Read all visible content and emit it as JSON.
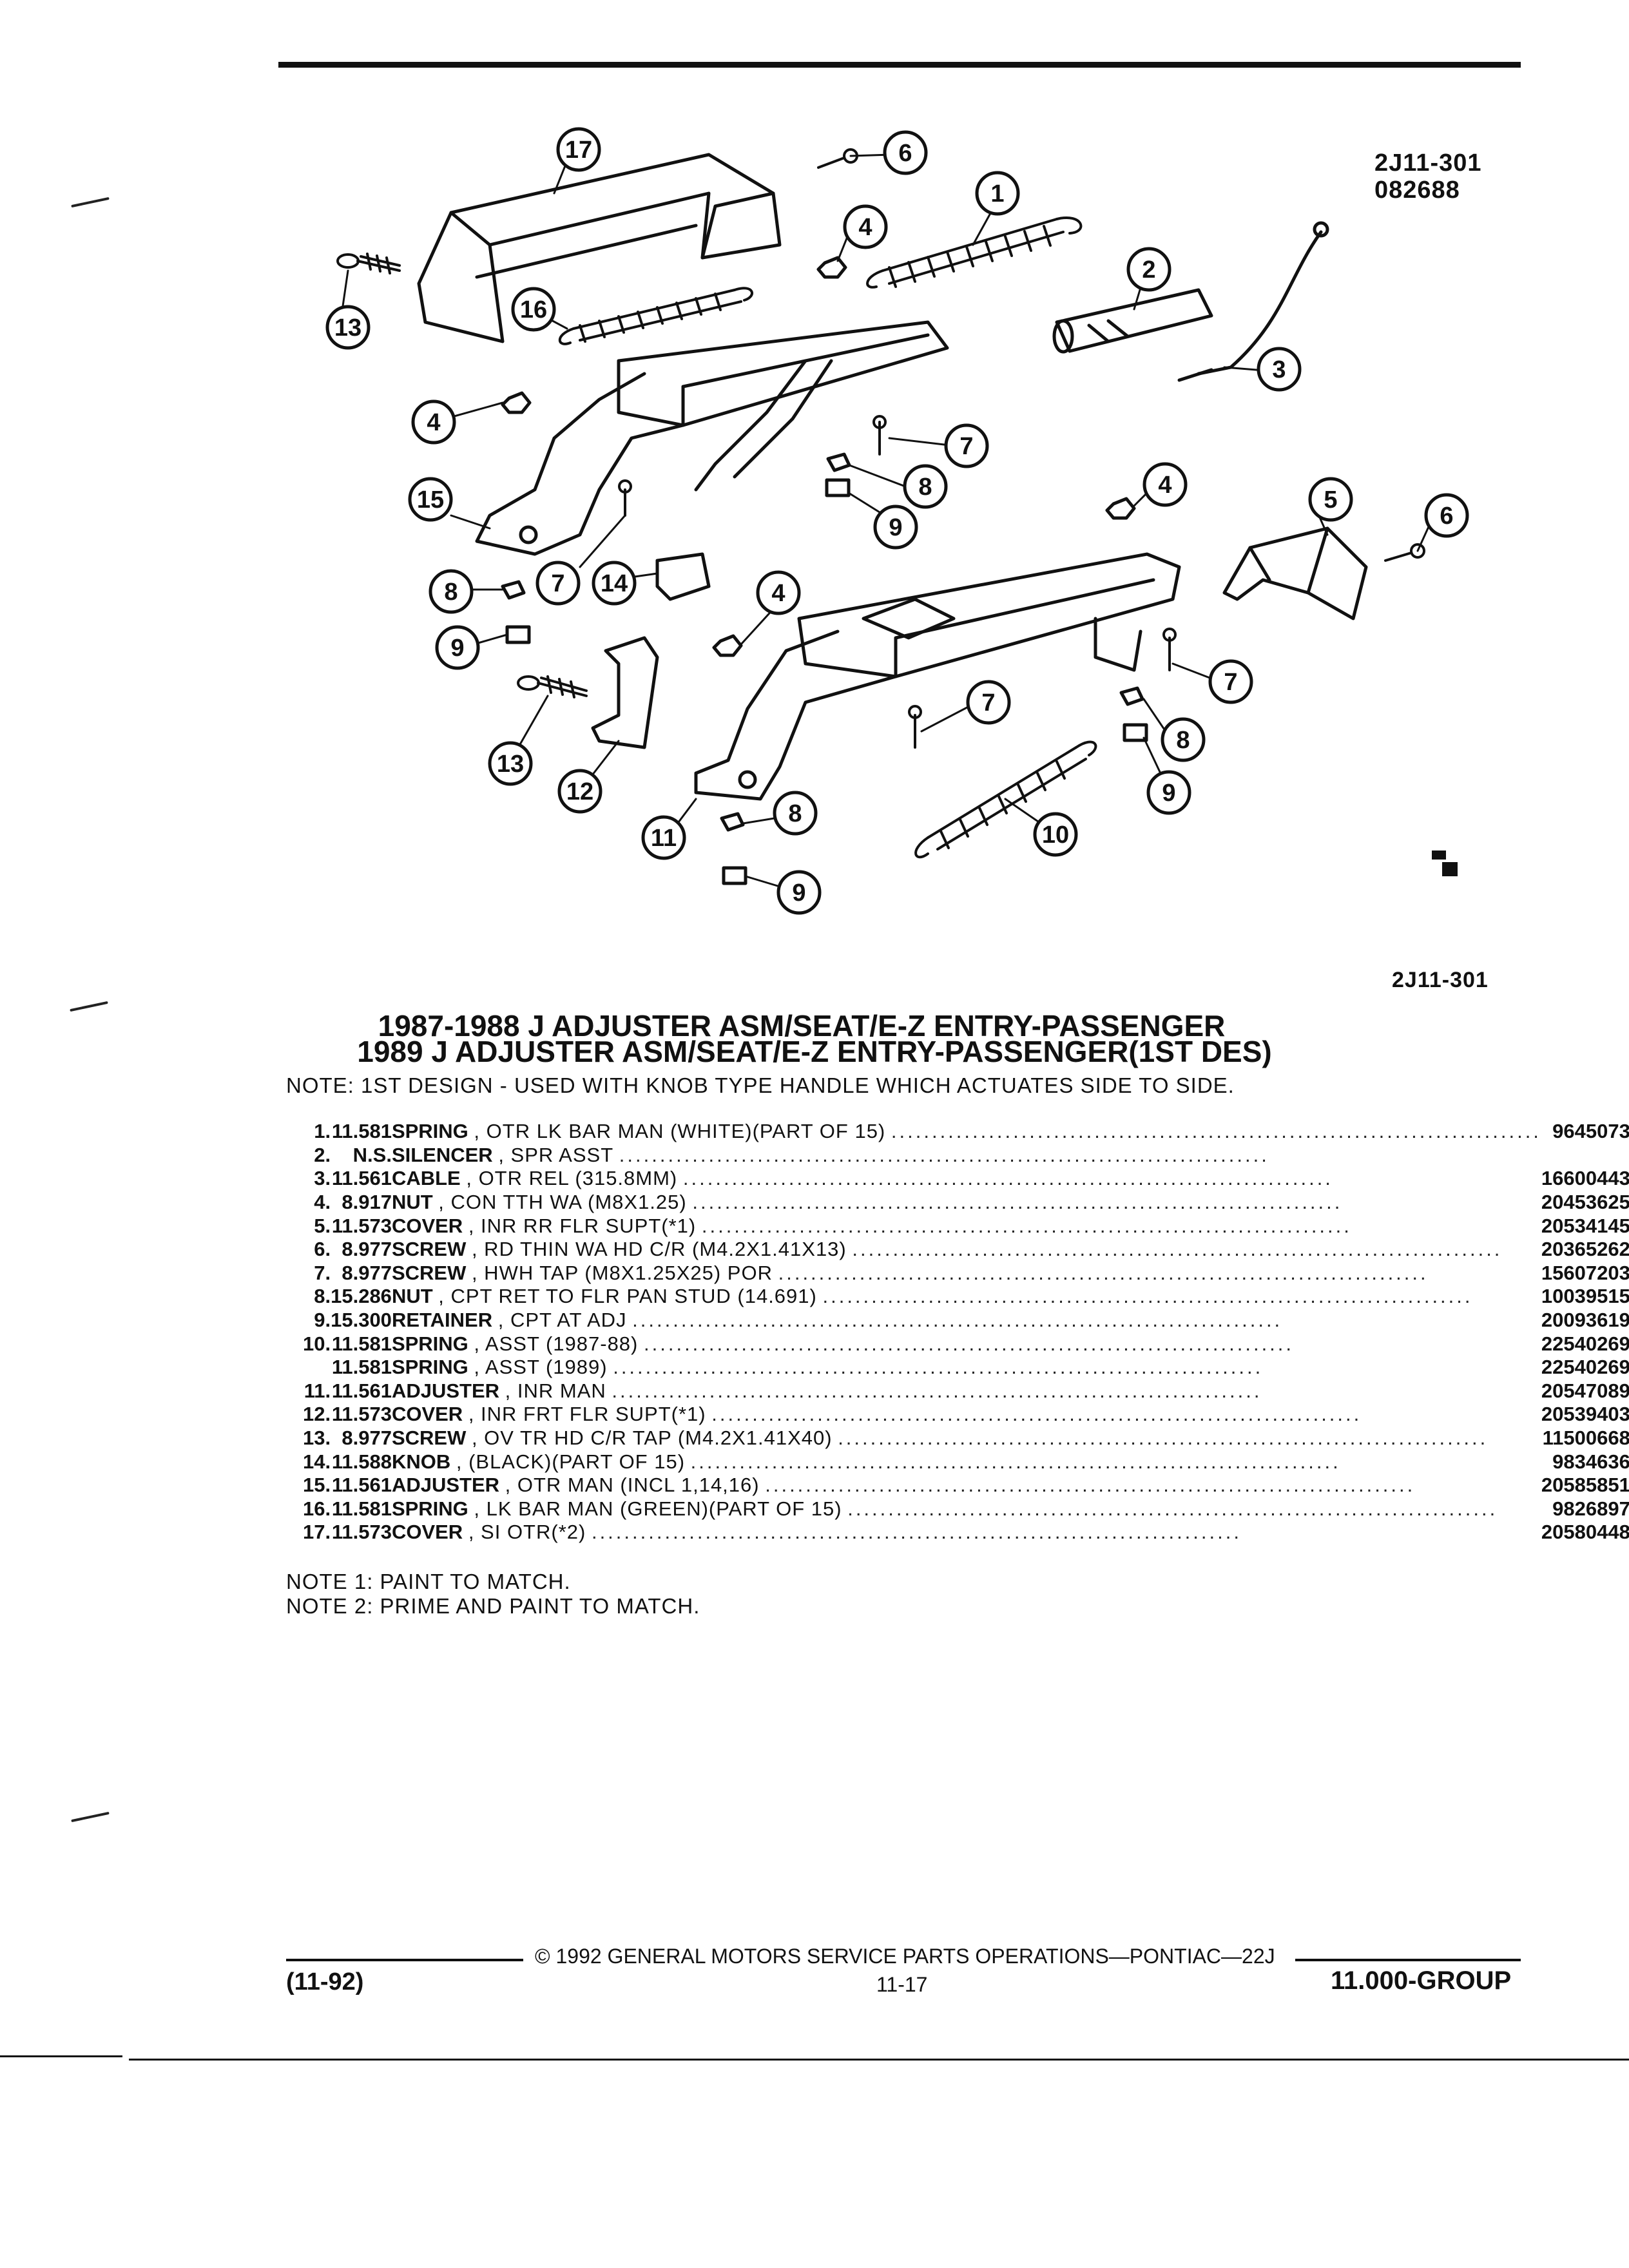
{
  "figure": {
    "id_top": "2J11-301",
    "id_date": "082688",
    "id_bottom": "2J11-301",
    "callouts": [
      "1",
      "2",
      "3",
      "4",
      "5",
      "6",
      "7",
      "8",
      "9",
      "10",
      "11",
      "12",
      "13",
      "14",
      "15",
      "16",
      "17"
    ]
  },
  "titles": {
    "line1": "1987-1988 J ADJUSTER ASM/SEAT/E-Z ENTRY-PASSENGER",
    "line2": "1989 J ADJUSTER ASM/SEAT/E-Z ENTRY-PASSENGER(1ST DES)"
  },
  "note_top": "NOTE:  1ST DESIGN - USED WITH KNOB TYPE HANDLE WHICH ACTUATES SIDE TO SIDE.",
  "parts": [
    {
      "num": "1.",
      "code": "11.581",
      "name": "SPRING",
      "spec": ", OTR LK BAR MAN (WHITE)(PART OF 15)",
      "pn": "9645073"
    },
    {
      "num": "2.",
      "code": "N.S.",
      "name": "SILENCER",
      "spec": ", SPR ASST",
      "pn": ""
    },
    {
      "num": "3.",
      "code": "11.561",
      "name": "CABLE",
      "spec": ", OTR REL (315.8MM)",
      "pn": "16600443"
    },
    {
      "num": "4.",
      "code": "8.917",
      "name": "NUT",
      "spec": ", CON TTH WA (M8X1.25)",
      "pn": "20453625"
    },
    {
      "num": "5.",
      "code": "11.573",
      "name": "COVER",
      "spec": ", INR RR FLR SUPT(*1)",
      "pn": "20534145"
    },
    {
      "num": "6.",
      "code": "8.977",
      "name": "SCREW",
      "spec": ", RD THIN WA HD C/R (M4.2X1.41X13)",
      "pn": "20365262"
    },
    {
      "num": "7.",
      "code": "8.977",
      "name": "SCREW",
      "spec": ", HWH TAP (M8X1.25X25) POR",
      "pn": "15607203"
    },
    {
      "num": "8.",
      "code": "15.286",
      "name": "NUT",
      "spec": ", CPT RET TO FLR PAN STUD (14.691)",
      "pn": "10039515"
    },
    {
      "num": "9.",
      "code": "15.300",
      "name": "RETAINER",
      "spec": ", CPT AT ADJ",
      "pn": "20093619"
    },
    {
      "num": "10.",
      "code": "11.581",
      "name": "SPRING",
      "spec": ", ASST (1987-88)",
      "pn": "22540269"
    },
    {
      "num": "",
      "code": "11.581",
      "name": "SPRING",
      "spec": ", ASST (1989)",
      "pn": "22540269"
    },
    {
      "num": "11.",
      "code": "11.561",
      "name": "ADJUSTER",
      "spec": ", INR MAN",
      "pn": "20547089"
    },
    {
      "num": "12.",
      "code": "11.573",
      "name": "COVER",
      "spec": ", INR FRT FLR SUPT(*1)",
      "pn": "20539403"
    },
    {
      "num": "13.",
      "code": "8.977",
      "name": "SCREW",
      "spec": ", OV TR HD C/R TAP (M4.2X1.41X40)",
      "pn": "11500668"
    },
    {
      "num": "14.",
      "code": "11.588",
      "name": "KNOB",
      "spec": ", (BLACK)(PART OF 15)",
      "pn": "9834636"
    },
    {
      "num": "15.",
      "code": "11.561",
      "name": "ADJUSTER",
      "spec": ", OTR MAN (INCL 1,14,16)",
      "pn": "20585851"
    },
    {
      "num": "16.",
      "code": "11.581",
      "name": "SPRING",
      "spec": ", LK BAR MAN (GREEN)(PART OF 15)",
      "pn": "9826897"
    },
    {
      "num": "17.",
      "code": "11.573",
      "name": "COVER",
      "spec": ", SI OTR(*2)",
      "pn": "20580448"
    }
  ],
  "notes_bottom": [
    "NOTE  1:  PAINT TO MATCH.",
    "NOTE  2:  PRIME AND PAINT TO MATCH."
  ],
  "footer": {
    "copyright": "©  1992  GENERAL MOTORS SERVICE PARTS OPERATIONS—PONTIAC—22J",
    "date_code": "(11-92)",
    "page": "11-17",
    "group": "11.000-GROUP"
  }
}
